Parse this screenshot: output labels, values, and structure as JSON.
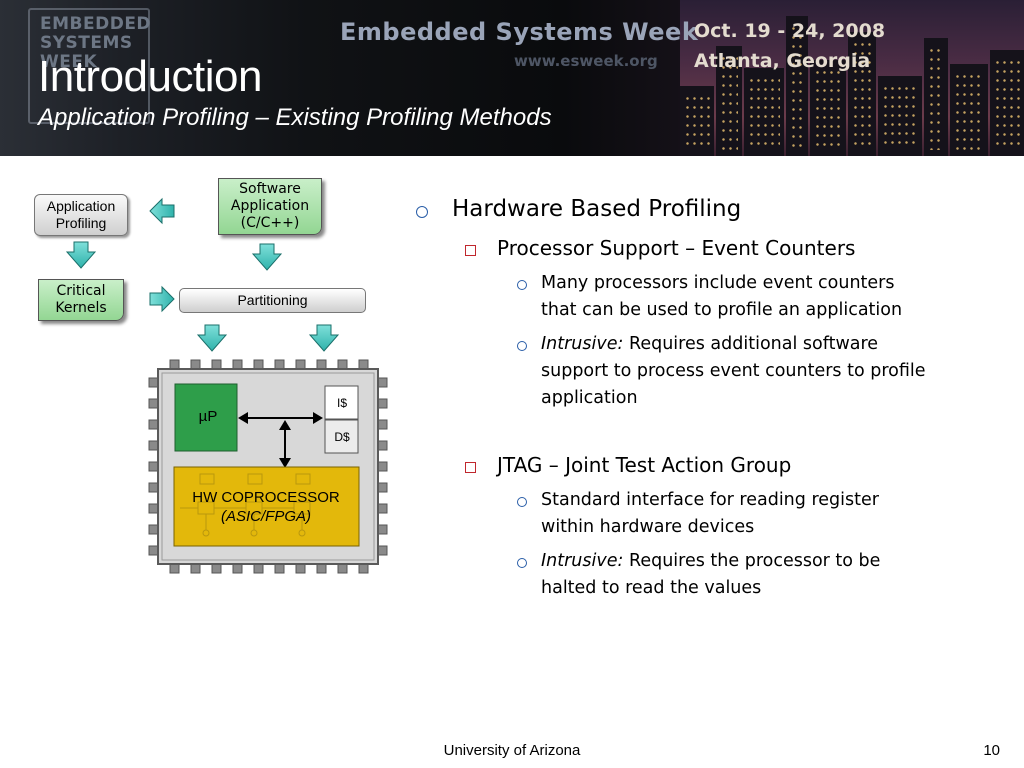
{
  "banner": {
    "logo_text": "EMBEDDED SYSTEMS WEEK",
    "event_name": "Embedded Systems Week",
    "url": "www.esweek.org",
    "dates": "Oct. 19 - 24, 2008",
    "location": "Atlanta, Georgia"
  },
  "title": "Introduction",
  "subtitle": "Application Profiling – Existing Profiling Methods",
  "diagram": {
    "app_profiling": [
      "Application",
      "Profiling"
    ],
    "software_app": [
      "Software",
      "Application",
      "(C/C++)"
    ],
    "critical_kernels": [
      "Critical",
      "Kernels"
    ],
    "partitioning": "Partitioning",
    "up": "µP",
    "icache": "I$",
    "dcache": "D$",
    "hw_coprocessor": "HW COPROCESSOR",
    "hw_sub": "(ASIC/FPGA)",
    "colors": {
      "green_box": "#7fd07f",
      "up_green": "#2e9e4a",
      "coprocessor": "#e3b80b",
      "arrow_teal": "#4cc6c0",
      "chip_body": "#d8d8d8"
    }
  },
  "bullets": {
    "l1": "Hardware Based Profiling",
    "s1": "Processor Support – Event Counters",
    "s1_items": [
      {
        "lead": "",
        "lines": [
          "Many processors include event counters",
          "that can be used to profile an application"
        ]
      },
      {
        "lead": "Intrusive:",
        "lines": [
          " Requires additional software",
          "support to process event counters to profile",
          "application"
        ]
      }
    ],
    "s2": "JTAG – Joint Test Action Group",
    "s2_items": [
      {
        "lead": "",
        "lines": [
          "Standard interface for reading register",
          "within hardware devices"
        ]
      },
      {
        "lead": "Intrusive:",
        "lines": [
          " Requires the processor to be",
          "halted to read the values"
        ]
      }
    ],
    "marker_colors": {
      "round": "#2a5ea8",
      "square": "#c0272d"
    }
  },
  "footer": {
    "institution": "University of Arizona",
    "page": "10"
  }
}
